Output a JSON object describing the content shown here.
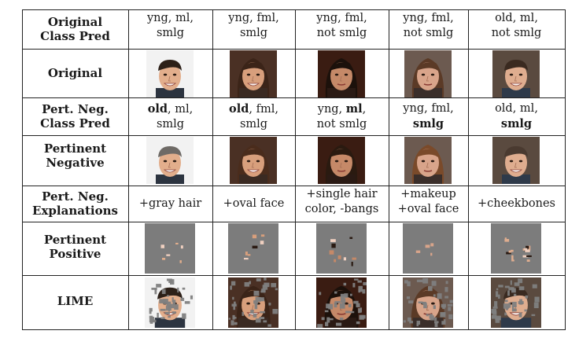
{
  "table": {
    "row_headers": [
      [
        "Original",
        "Class Pred"
      ],
      [
        "Original"
      ],
      [
        "Pert. Neg.",
        "Class Pred"
      ],
      [
        "Pertinent",
        "Negative"
      ],
      [
        "Pert. Neg.",
        "Explanations"
      ],
      [
        "Pertinent",
        "Positive"
      ],
      [
        "LIME"
      ]
    ],
    "original_class_pred": [
      [
        "yng, ml,",
        "smlg"
      ],
      [
        "yng, fml,",
        "smlg"
      ],
      [
        "yng, fml,",
        "not smlg"
      ],
      [
        "yng, fml,",
        "not smlg"
      ],
      [
        "old, ml,",
        "not smlg"
      ]
    ],
    "pert_neg_class_pred": [
      {
        "l1b": "old",
        "l1r": ", ml,",
        "l2b": "",
        "l2r": "smlg"
      },
      {
        "l1b": "old",
        "l1r": ", fml,",
        "l2b": "",
        "l2r": "smlg"
      },
      {
        "l1a": "yng, ",
        "l1b": "ml",
        "l1r": ",",
        "l2b": "",
        "l2r": "not smlg"
      },
      {
        "l1a": "yng, fml,",
        "l1b": "",
        "l1r": "",
        "l2b": "smlg",
        "l2r": ""
      },
      {
        "l1a": "old, ml,",
        "l1b": "",
        "l1r": "",
        "l2b": "smlg",
        "l2r": ""
      }
    ],
    "explanations": [
      [
        "+gray hair"
      ],
      [
        "+oval face"
      ],
      [
        "+single hair",
        "color, -bangs"
      ],
      [
        "+makeup",
        "+oval face"
      ],
      [
        "+cheekbones"
      ]
    ],
    "image_columns": 5
  },
  "colors": {
    "grid": "#222222",
    "pp_background": "#7c7c7c",
    "skin": "#d9a27f",
    "hair_dark": "#2b1d14"
  }
}
